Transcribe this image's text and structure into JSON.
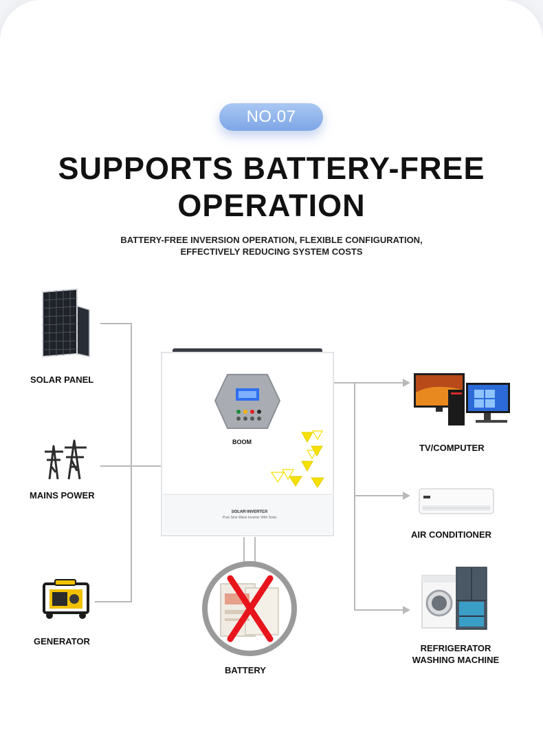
{
  "badge": {
    "text": "NO.07"
  },
  "title": {
    "line1": "SUPPORTS BATTERY-FREE",
    "line2": "OPERATION"
  },
  "subtitle": {
    "line1": "BATTERY-FREE INVERSION OPERATION, FLEXIBLE CONFIGURATION,",
    "line2": "EFFECTIVELY REDUCING SYSTEM COSTS"
  },
  "sources": {
    "solar_panel": "SOLAR PANEL",
    "mains_power": "MAINS POWER",
    "generator": "GENERATOR"
  },
  "loads": {
    "tv_computer": "TV/COMPUTER",
    "air_conditioner": "AIR CONDITIONER",
    "refrigerator": "REFRIGERATOR",
    "washing_machine": "WASHING MACHINE"
  },
  "battery": {
    "label": "BATTERY"
  },
  "inverter": {
    "brand": "BOOM",
    "model": "SOLAR INVERTER",
    "tagline": "Pure Sine Wave Inverter With Solar"
  },
  "colors": {
    "badge": "#8fb3ec",
    "wire": "#b8b8b8",
    "accent_yellow": "#f5e000",
    "cross_red": "#e8141c"
  }
}
